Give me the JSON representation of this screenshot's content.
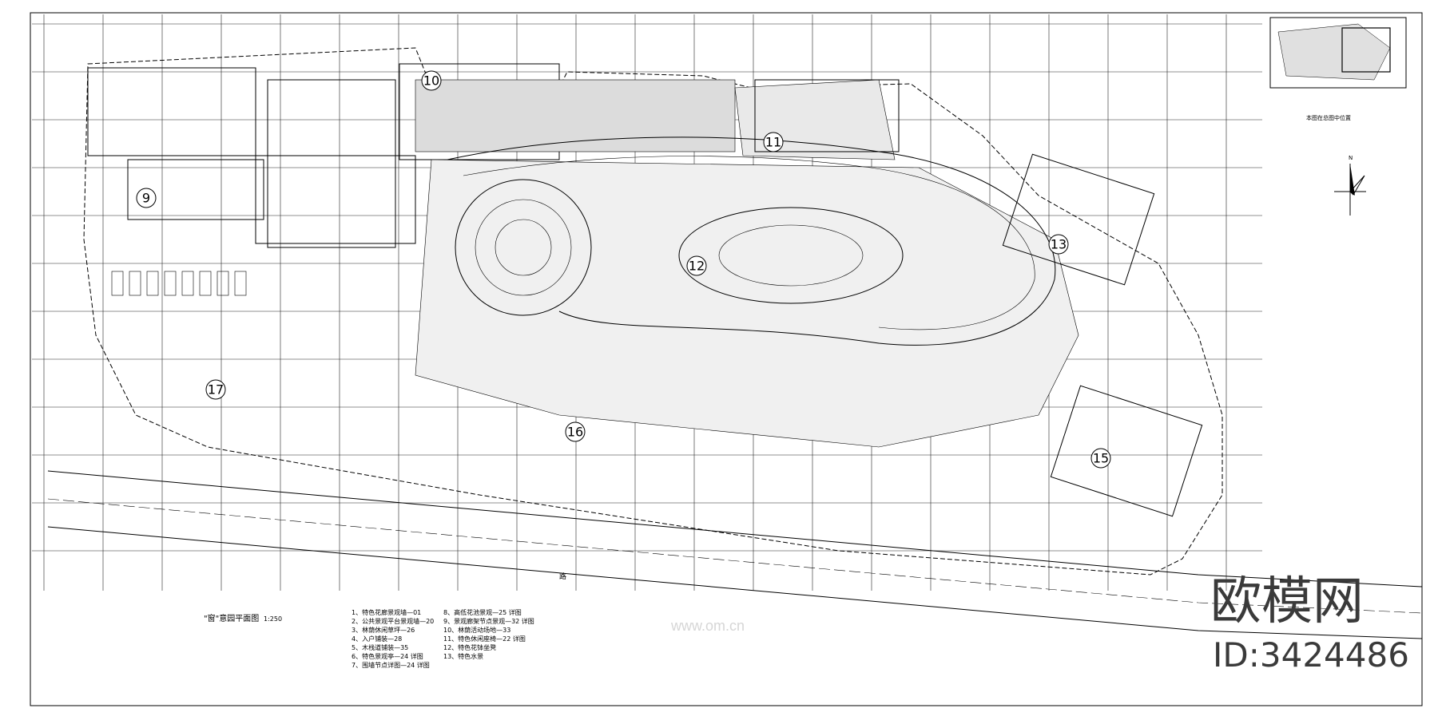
{
  "drawing": {
    "title": "\"窗\"意园平面图",
    "scale": "1:250",
    "north_arrow": "north-arrow-icon",
    "location_caption": "本图在总图中位置"
  },
  "zone_numbers": [
    "9",
    "10",
    "11",
    "12",
    "13",
    "15",
    "16",
    "17"
  ],
  "legend_left": [
    "1、特色花廊景观墙—01",
    "2、公共景观平台景观墙—20",
    "3、林荫休闲草坪—26",
    "4、入户铺装—28",
    "5、木栈道铺装—35",
    "6、特色景观亭—24 详图",
    "7、围墙节点详图—24 详图"
  ],
  "legend_right": [
    "8、高低花池景观—25 详图",
    "9、景观廊架节点景观—32 详图",
    "10、林荫活动场地—33",
    "11、特色休闲座椅—22 详图",
    "12、特色花钵坐凳",
    "13、特色水景"
  ],
  "labels": {
    "road": "路"
  },
  "watermark": {
    "brand": "欧模网",
    "id": "ID:3424486",
    "site": "www.om.cn"
  }
}
